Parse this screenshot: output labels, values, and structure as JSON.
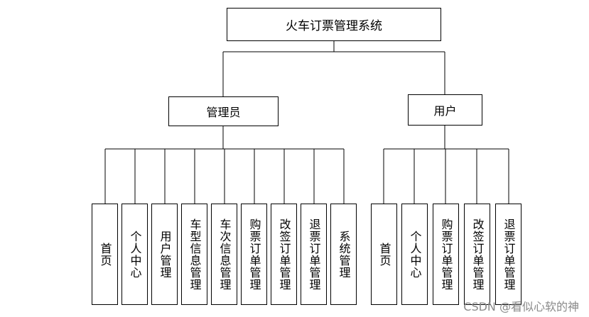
{
  "root": {
    "label": "火车订票管理系统"
  },
  "branches": [
    {
      "label": "管理员",
      "children": [
        "首页",
        "个人中心",
        "用户管理",
        "车型信息管理",
        "车次信息管理",
        "购票订单管理",
        "改签订单管理",
        "退票订单管理",
        "系统管理"
      ]
    },
    {
      "label": "用户",
      "children": [
        "首页",
        "个人中心",
        "购票订单管理",
        "改签订单管理",
        "退票订单管理"
      ]
    }
  ],
  "watermark": "CSDN @看似心软的神"
}
